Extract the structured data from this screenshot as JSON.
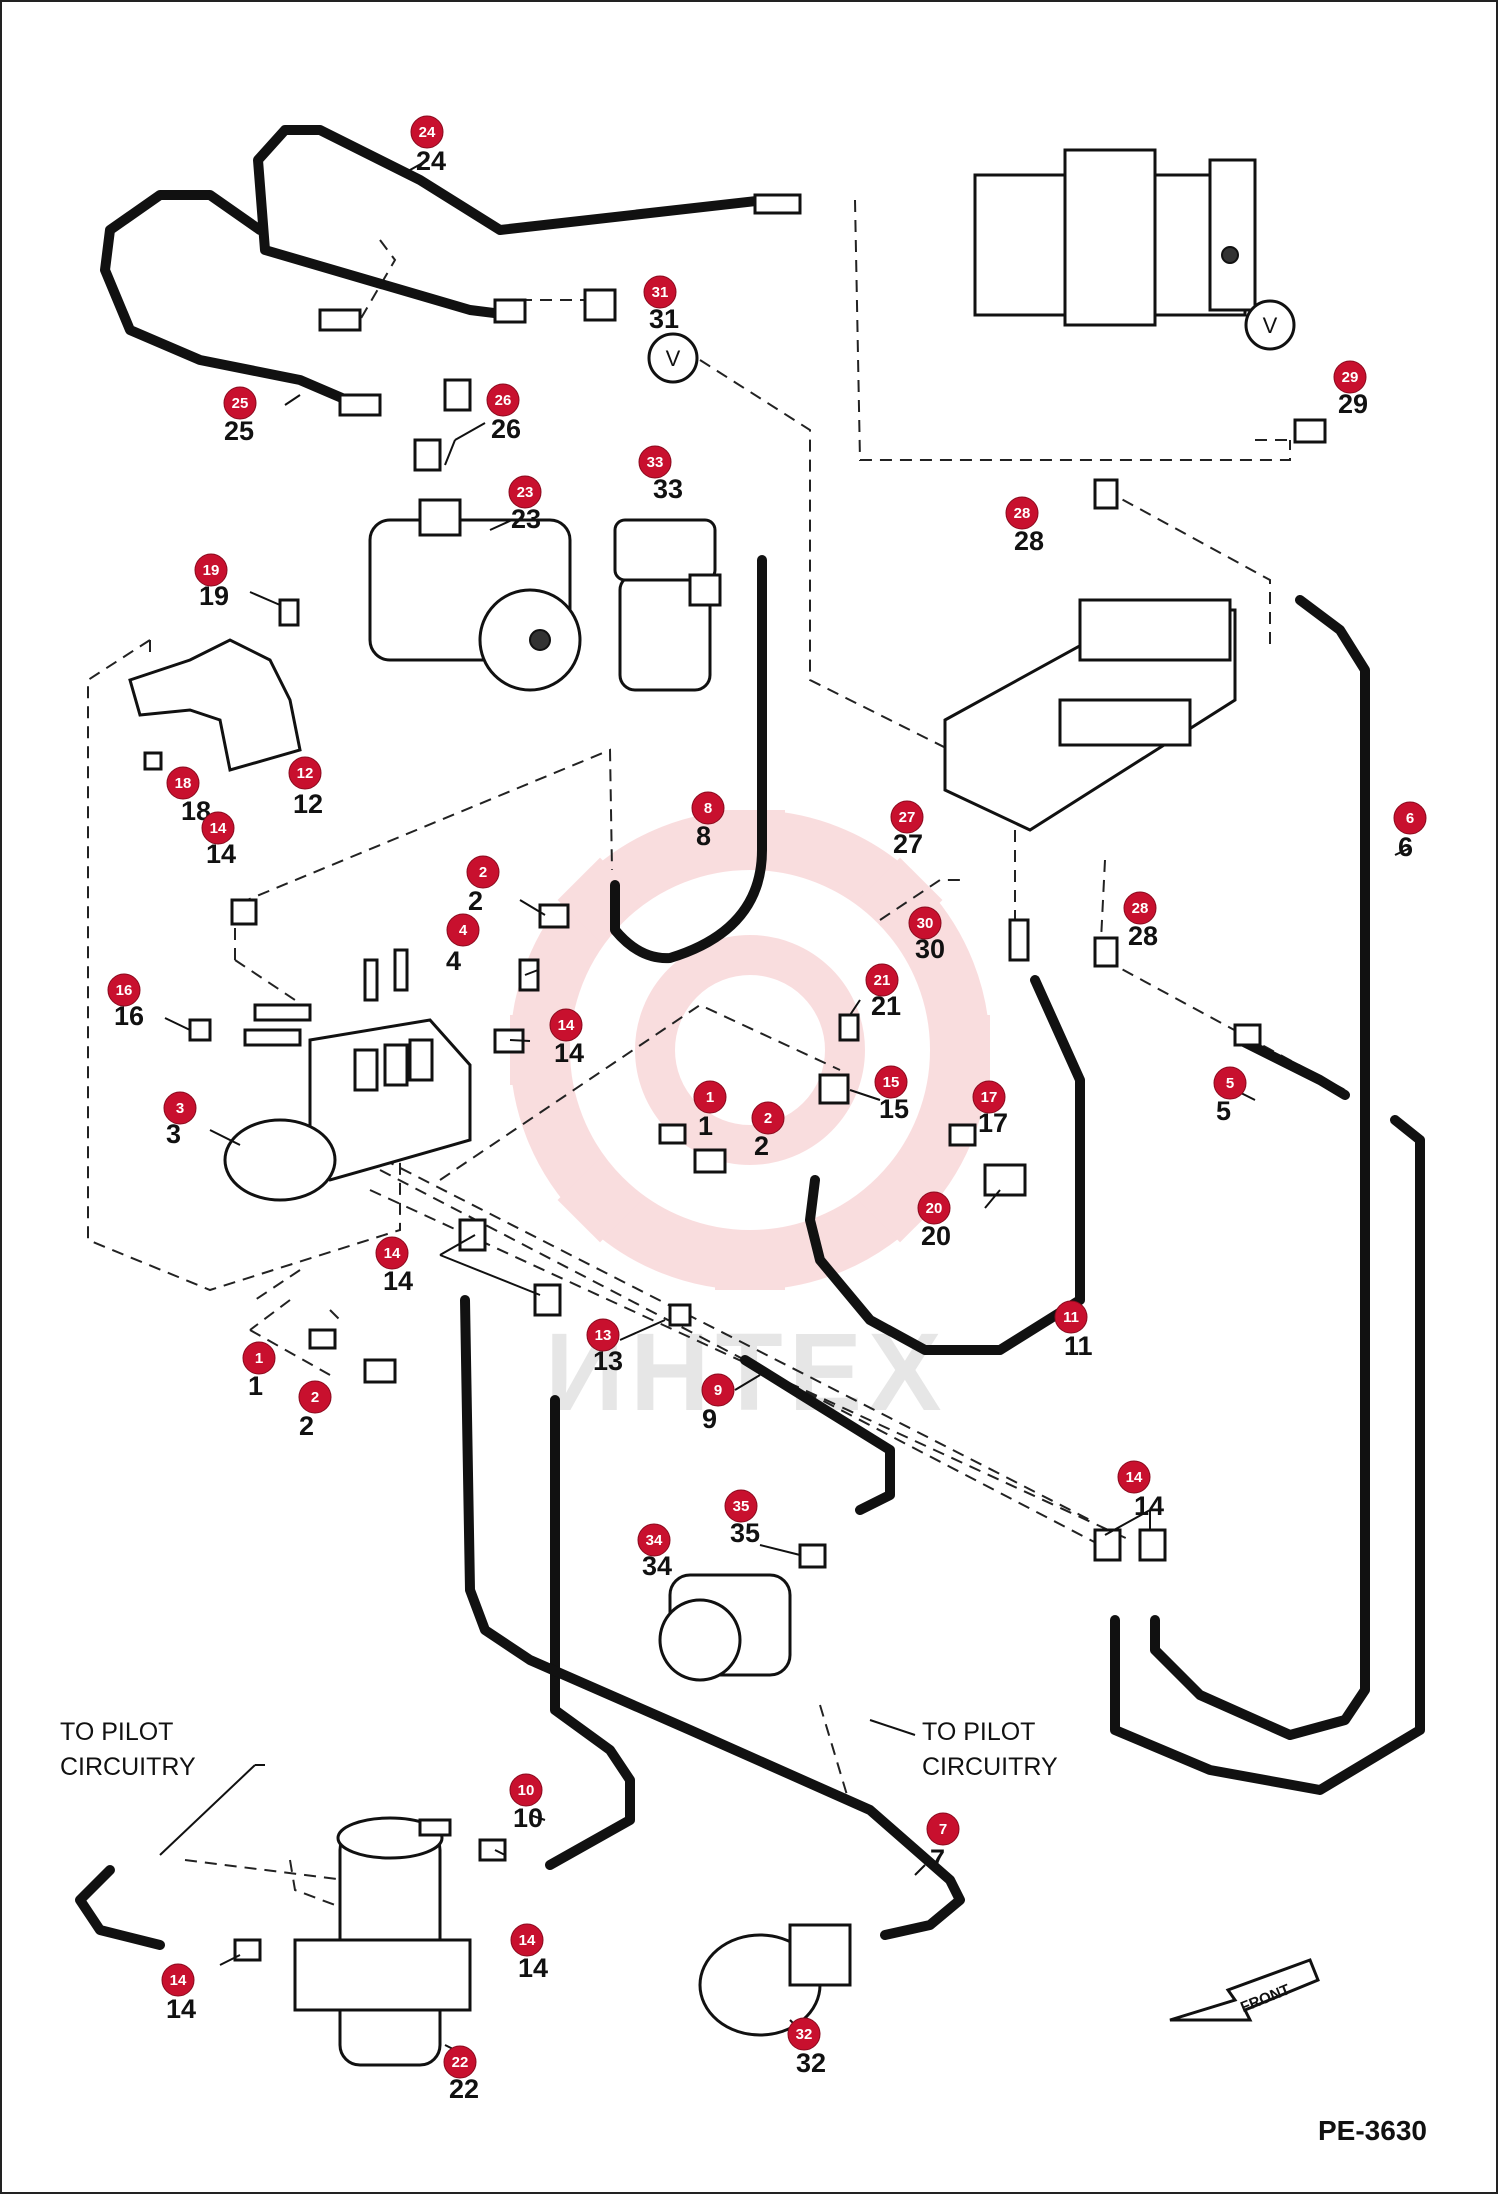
{
  "diagram_code": "PE-3630",
  "watermark_text": "ИНТЕХ",
  "accent_color": "#c8102e",
  "note_left": {
    "line1": "TO PILOT",
    "line2": "CIRCUITRY"
  },
  "note_right": {
    "line1": "TO PILOT",
    "line2": "CIRCUITRY"
  },
  "front_label": "FRONT",
  "valve_symbol": "V",
  "callouts": [
    {
      "id": "c24",
      "badge": "24",
      "label": "24"
    },
    {
      "id": "c31",
      "badge": "31",
      "label": "31"
    },
    {
      "id": "c29",
      "badge": "29",
      "label": "29"
    },
    {
      "id": "c25",
      "badge": "25",
      "label": "25"
    },
    {
      "id": "c26",
      "badge": "26",
      "label": "26"
    },
    {
      "id": "c23",
      "badge": "23",
      "label": "23"
    },
    {
      "id": "c33",
      "badge": "33",
      "label": "33"
    },
    {
      "id": "c28a",
      "badge": "28",
      "label": "28"
    },
    {
      "id": "c19",
      "badge": "19",
      "label": "19"
    },
    {
      "id": "c12",
      "badge": "12",
      "label": "12"
    },
    {
      "id": "c18",
      "badge": "18",
      "label": "18"
    },
    {
      "id": "c14a",
      "badge": "14",
      "label": "14"
    },
    {
      "id": "c8",
      "badge": "8",
      "label": "8"
    },
    {
      "id": "c27",
      "badge": "27",
      "label": "27"
    },
    {
      "id": "c6",
      "badge": "6",
      "label": "6"
    },
    {
      "id": "c2a",
      "badge": "2",
      "label": "2"
    },
    {
      "id": "c4",
      "badge": "4",
      "label": "4"
    },
    {
      "id": "c30",
      "badge": "30",
      "label": "30"
    },
    {
      "id": "c28b",
      "badge": "28",
      "label": "28"
    },
    {
      "id": "c16",
      "badge": "16",
      "label": "16"
    },
    {
      "id": "c14b",
      "badge": "14",
      "label": "14"
    },
    {
      "id": "c21",
      "badge": "21",
      "label": "21"
    },
    {
      "id": "c3",
      "badge": "3",
      "label": "3"
    },
    {
      "id": "c15",
      "badge": "15",
      "label": "15"
    },
    {
      "id": "c5",
      "badge": "5",
      "label": "5"
    },
    {
      "id": "c1a",
      "badge": "1",
      "label": "1"
    },
    {
      "id": "c2b",
      "badge": "2",
      "label": "2"
    },
    {
      "id": "c17",
      "badge": "17",
      "label": "17"
    },
    {
      "id": "c20",
      "badge": "20",
      "label": "20"
    },
    {
      "id": "c14c",
      "badge": "14",
      "label": "14"
    },
    {
      "id": "c11",
      "badge": "11",
      "label": "11"
    },
    {
      "id": "c13",
      "badge": "13",
      "label": "13"
    },
    {
      "id": "c1b",
      "badge": "1",
      "label": "1"
    },
    {
      "id": "c2c",
      "badge": "2",
      "label": "2"
    },
    {
      "id": "c9",
      "badge": "9",
      "label": "9"
    },
    {
      "id": "c14d",
      "badge": "14",
      "label": "14"
    },
    {
      "id": "c35",
      "badge": "35",
      "label": "35"
    },
    {
      "id": "c34",
      "badge": "34",
      "label": "34"
    },
    {
      "id": "c10",
      "badge": "10",
      "label": "10"
    },
    {
      "id": "c7",
      "badge": "7",
      "label": "7"
    },
    {
      "id": "c14e",
      "badge": "14",
      "label": "14"
    },
    {
      "id": "c14f",
      "badge": "14",
      "label": "14"
    },
    {
      "id": "c32",
      "badge": "32",
      "label": "32"
    },
    {
      "id": "c22",
      "badge": "22",
      "label": "22"
    }
  ]
}
